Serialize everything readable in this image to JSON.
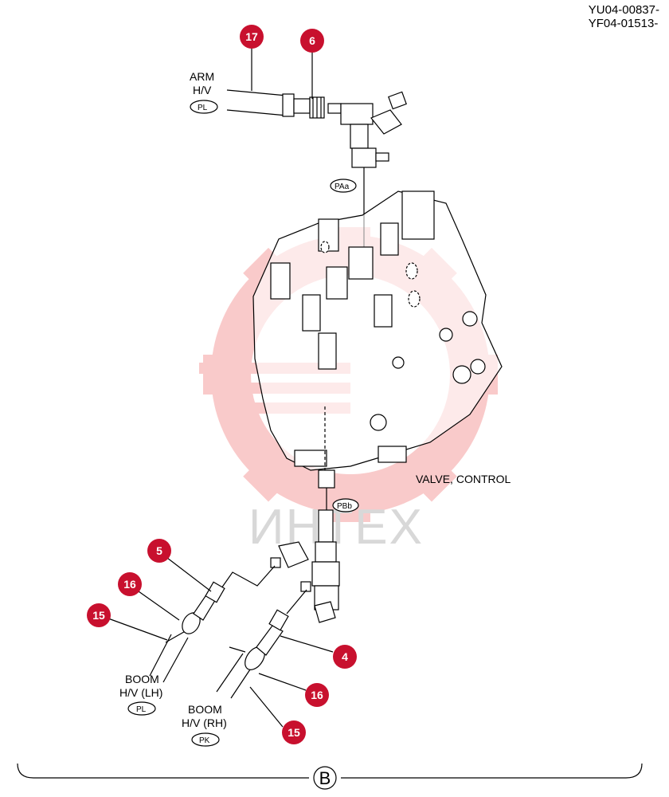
{
  "header": {
    "ref_line_1": "YU04-00837-",
    "ref_line_2": "YF04-01513-"
  },
  "labels": {
    "arm_1": "ARM",
    "arm_2": "H/V",
    "arm_tag": "PL",
    "paa_tag": "PAa",
    "valve": "VALVE, CONTROL",
    "pbb_tag": "PBb",
    "boom_lh_1": "BOOM",
    "boom_lh_2": "H/V (LH)",
    "boom_lh_tag": "PL",
    "boom_rh_1": "BOOM",
    "boom_rh_2": "H/V (RH)",
    "boom_rh_tag": "PK",
    "section": "B"
  },
  "callouts": {
    "c17": "17",
    "c6": "6",
    "c5": "5",
    "c16a": "16",
    "c15a": "15",
    "c4": "4",
    "c16b": "16",
    "c15b": "15"
  },
  "watermark": {
    "text": "ИНТЕХ",
    "color": "#f06a6a"
  },
  "colors": {
    "callout": "#c8102e",
    "ink": "#000000"
  }
}
